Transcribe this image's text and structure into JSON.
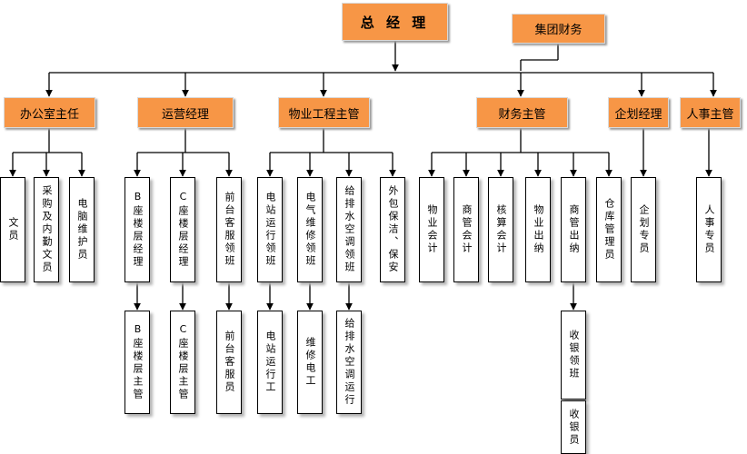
{
  "chart_title": "总经理",
  "nodes": [
    {
      "id": "gm",
      "label": "总 经 理"
    },
    {
      "id": "finance_group",
      "label": "集团财务"
    },
    {
      "id": "office",
      "label": "办公室主任"
    },
    {
      "id": "ops",
      "label": "运营经理"
    },
    {
      "id": "eng",
      "label": "物业工程主管"
    },
    {
      "id": "fin",
      "label": "财务主管"
    },
    {
      "id": "plan",
      "label": "企划经理"
    },
    {
      "id": "hr",
      "label": "人事主管"
    },
    {
      "id": "clerk",
      "label": "文员"
    },
    {
      "id": "purchase",
      "label": "采购及内勤文员"
    },
    {
      "id": "itmaint",
      "label": "电脑维护员"
    },
    {
      "id": "b_mgr",
      "label": "B座楼层经理"
    },
    {
      "id": "c_mgr",
      "label": "C座楼层经理"
    },
    {
      "id": "frontdesk_lead",
      "label": "前台客服领班"
    },
    {
      "id": "power_lead",
      "label": "电站运行领班"
    },
    {
      "id": "elec_lead",
      "label": "电气维修领班"
    },
    {
      "id": "water_lead",
      "label": "给排水空调领班"
    },
    {
      "id": "outsourced",
      "label": "外包保洁、保安"
    },
    {
      "id": "prop_acc",
      "label": "物业会计"
    },
    {
      "id": "comm_acc",
      "label": "商管会计"
    },
    {
      "id": "audit_acc",
      "label": "核算会计"
    },
    {
      "id": "prop_cashier",
      "label": "物业出纳"
    },
    {
      "id": "comm_cashier",
      "label": "商管出纳"
    },
    {
      "id": "warehouse",
      "label": "仓库管理员"
    },
    {
      "id": "plan_spec",
      "label": "企划专员"
    },
    {
      "id": "hr_spec",
      "label": "人事专员"
    },
    {
      "id": "b_sup",
      "label": "B座楼层主管"
    },
    {
      "id": "c_sup",
      "label": "C座楼层主管"
    },
    {
      "id": "frontdesk",
      "label": "前台客服员"
    },
    {
      "id": "power_op",
      "label": "电站运行工"
    },
    {
      "id": "electrician",
      "label": "维修电工"
    },
    {
      "id": "water_op",
      "label": "给排水空调运行"
    },
    {
      "id": "collect_lead",
      "label": "收银领班"
    },
    {
      "id": "cashier",
      "label": "收银员"
    }
  ],
  "colors": {
    "highlight": "#f79646",
    "line": "#000000",
    "box": "#ffffff"
  }
}
